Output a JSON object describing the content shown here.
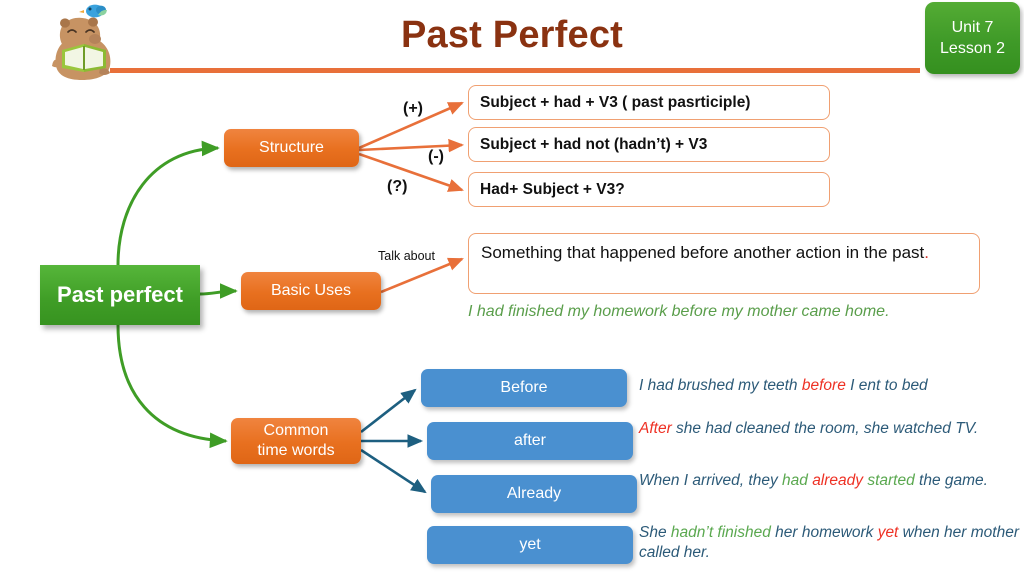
{
  "header": {
    "title": "Past Perfect",
    "unit": "Unit 7",
    "lesson": "Lesson 2",
    "mascot_icon": "capybara-reading-book-icon",
    "bird_icon": "blue-bird-icon"
  },
  "root": {
    "label": "Past perfect"
  },
  "branches": {
    "structure": {
      "label": "Structure",
      "signs": {
        "positive": "(+)",
        "negative": "(-)",
        "question": "(?)"
      },
      "forms": [
        "Subject + had + V3 ( past pasrticiple)",
        "Subject + had not (hadn’t)  + V3",
        "Had+ Subject + V3?"
      ]
    },
    "basic_uses": {
      "label": "Basic Uses",
      "connector_label": "Talk about",
      "definition_part1": "Something that happened before another action in the past",
      "definition_end": ".",
      "example": "I had finished my homework before my mother came home."
    },
    "time_words": {
      "label": "Common\ntime words",
      "label_line1": "Common",
      "label_line2": "time words",
      "items": [
        {
          "word": "Before",
          "example": [
            {
              "text": "I had brushed my teeth ",
              "color": "default"
            },
            {
              "text": "before",
              "color": "red"
            },
            {
              "text": " I ent to bed",
              "color": "default"
            }
          ]
        },
        {
          "word": "after",
          "example": [
            {
              "text": "After",
              "color": "red"
            },
            {
              "text": " she had cleaned the room, she watched TV.",
              "color": "default"
            }
          ]
        },
        {
          "word": "Already",
          "example": [
            {
              "text": "When I arrived, they ",
              "color": "default"
            },
            {
              "text": "had ",
              "color": "green"
            },
            {
              "text": "already",
              "color": "red"
            },
            {
              "text": " started",
              "color": "green"
            },
            {
              "text": " the game.",
              "color": "default"
            }
          ]
        },
        {
          "word": "yet",
          "example": [
            {
              "text": "She ",
              "color": "default"
            },
            {
              "text": "hadn’t finished",
              "color": "green"
            },
            {
              "text": " her homework ",
              "color": "default"
            },
            {
              "text": "yet",
              "color": "red"
            },
            {
              "text": " when her mother called her.",
              "color": "default"
            }
          ]
        }
      ]
    }
  },
  "colors": {
    "title": "#8a3211",
    "orange": "#e8701f",
    "green": "#3f9d26",
    "blue": "#4a90d0",
    "red_highlight": "#ee3124",
    "green_highlight": "#5aa84f",
    "sentence": "#2c5a78"
  }
}
